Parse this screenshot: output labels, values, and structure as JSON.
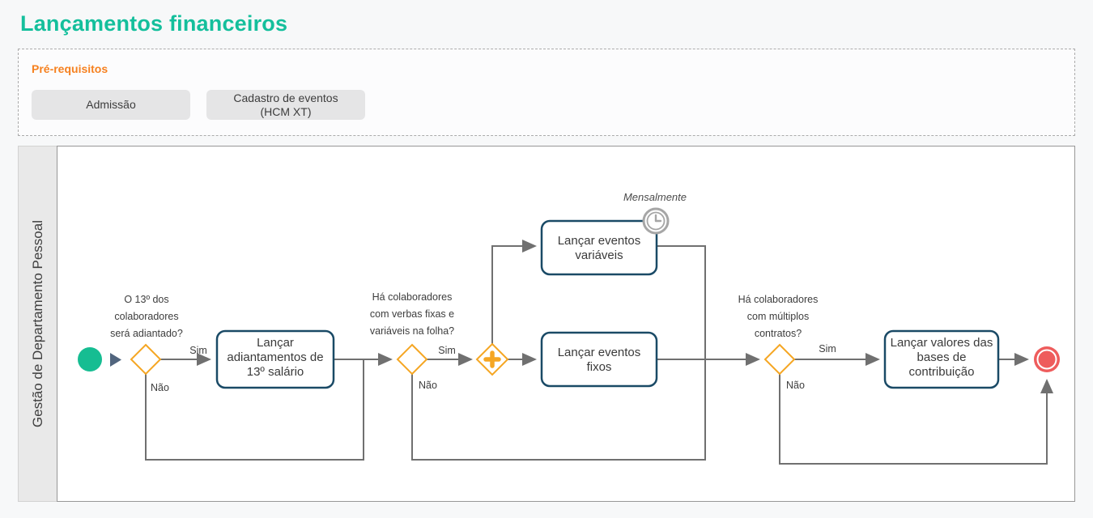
{
  "header": {
    "title": "Lançamentos financeiros"
  },
  "prerequisites": {
    "title": "Pré-requisitos",
    "buttons": [
      {
        "lines": [
          "Admissão"
        ]
      },
      {
        "lines": [
          "Cadastro de eventos",
          "(HCM XT)"
        ]
      }
    ]
  },
  "lane": {
    "label": "Gestão de Departamento Pessoal"
  },
  "diagram": {
    "questions": [
      {
        "lines": [
          "O 13º dos",
          "colaboradores",
          "será adiantado?"
        ],
        "yes": "Sim",
        "no": "Não"
      },
      {
        "lines": [
          "Há colaboradores",
          "com verbas fixas e",
          "variáveis na folha?"
        ],
        "yes": "Sim",
        "no": "Não"
      },
      {
        "lines": [
          "Há colaboradores",
          "com múltiplos",
          "contratos?"
        ],
        "yes": "Sim",
        "no": "Não"
      }
    ],
    "tasks": [
      {
        "lines": [
          "Lançar",
          "adiantamentos de",
          "13º salário"
        ]
      },
      {
        "lines": [
          "Lançar eventos",
          "variáveis"
        ]
      },
      {
        "lines": [
          "Lançar eventos",
          "fixos"
        ]
      },
      {
        "lines": [
          "Lançar valores das",
          "bases de",
          "contribuição"
        ]
      }
    ],
    "timer": {
      "label": "Mensalmente"
    }
  },
  "colors": {
    "title_green": "#14bf9c",
    "prereq_orange": "#f68120",
    "start_event_green": "#16bd92",
    "end_event_red": "#ee5c5c",
    "gateway_orange": "#f5a623",
    "task_border_navy": "#1a4a66",
    "flow_gray": "#707070",
    "timer_gray": "#a6a6a6",
    "lane_bg": "#e9e9e9"
  }
}
